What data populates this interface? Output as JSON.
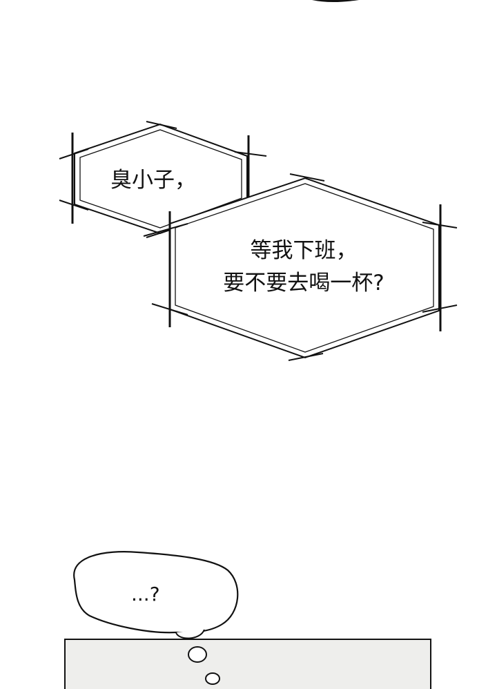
{
  "bubbles": {
    "hex_small": {
      "text": "臭小子，"
    },
    "hex_large": {
      "line1": "等我下班，",
      "line2": "要不要去喝一杯?"
    },
    "thought": {
      "text": "...?"
    }
  },
  "colors": {
    "ink": "#111111",
    "paper": "#ffffff",
    "panel_fill": "#eeeeec"
  }
}
